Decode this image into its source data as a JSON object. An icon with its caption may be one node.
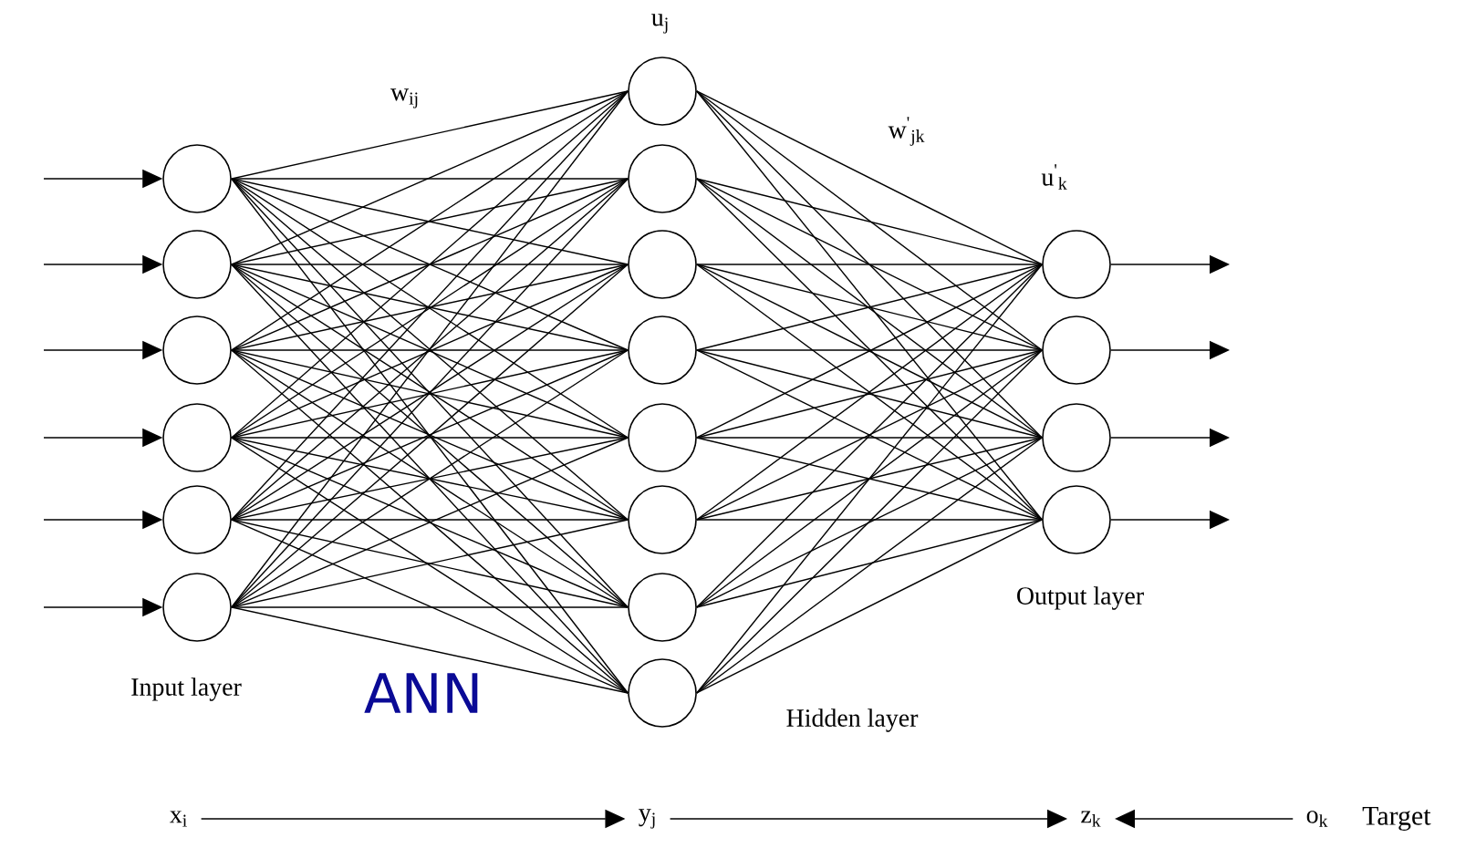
{
  "diagram": {
    "nodes": [
      {
        "text": [],
        "shape": "circle"
      },
      {
        "text": [],
        "shape": "circle"
      },
      {
        "text": [],
        "shape": "circle"
      },
      {
        "text": [],
        "shape": "circle"
      },
      {
        "text": [],
        "shape": "circle"
      },
      {
        "text": [],
        "shape": "circle"
      },
      {
        "text": [],
        "shape": "circle"
      },
      {
        "text": [],
        "shape": "circle"
      },
      {
        "text": [],
        "shape": "circle"
      },
      {
        "text": [],
        "shape": "circle"
      },
      {
        "text": [],
        "shape": "circle"
      },
      {
        "text": [],
        "shape": "circle"
      },
      {
        "text": [],
        "shape": "circle"
      },
      {
        "text": [],
        "shape": "circle"
      },
      {
        "text": [],
        "shape": "circle"
      },
      {
        "text": [],
        "shape": "circle"
      },
      {
        "text": [],
        "shape": "circle"
      },
      {
        "text": [],
        "shape": "circle"
      },
      {
        "text": [
          "x$_{i}$"
        ]
      },
      {
        "text": [
          "y$_{j}$"
        ]
      },
      {
        "text": [
          "z$_{k}$"
        ]
      },
      {
        "text": [
          "o$_{k}$"
        ],
        "beside": [
          "Target"
        ]
      }
    ],
    "edges": [
      {
        "from": null,
        "to": 0,
        "arrow": "to"
      },
      {
        "from": null,
        "to": 1,
        "arrow": "to"
      },
      {
        "from": null,
        "to": 2,
        "arrow": "to"
      },
      {
        "from": null,
        "to": 3,
        "arrow": "to"
      },
      {
        "from": null,
        "to": 4,
        "arrow": "to"
      },
      {
        "from": null,
        "to": 5,
        "arrow": "to"
      },
      {
        "from": 0,
        "to": 6,
        "arrow": "none"
      },
      {
        "from": 0,
        "to": 7,
        "arrow": "none"
      },
      {
        "from": 0,
        "to": 8,
        "arrow": "none"
      },
      {
        "from": 0,
        "to": 9,
        "arrow": "none"
      },
      {
        "from": 0,
        "to": 10,
        "arrow": "none"
      },
      {
        "from": 0,
        "to": 11,
        "arrow": "none"
      },
      {
        "from": 0,
        "to": 12,
        "arrow": "none"
      },
      {
        "from": 0,
        "to": 13,
        "arrow": "none"
      },
      {
        "from": 1,
        "to": 6,
        "arrow": "none"
      },
      {
        "from": 1,
        "to": 7,
        "arrow": "none"
      },
      {
        "from": 1,
        "to": 8,
        "arrow": "none"
      },
      {
        "from": 1,
        "to": 9,
        "arrow": "none"
      },
      {
        "from": 1,
        "to": 10,
        "arrow": "none"
      },
      {
        "from": 1,
        "to": 11,
        "arrow": "none"
      },
      {
        "from": 1,
        "to": 12,
        "arrow": "none"
      },
      {
        "from": 1,
        "to": 13,
        "arrow": "none"
      },
      {
        "from": 2,
        "to": 6,
        "arrow": "none"
      },
      {
        "from": 2,
        "to": 7,
        "arrow": "none"
      },
      {
        "from": 2,
        "to": 8,
        "arrow": "none"
      },
      {
        "from": 2,
        "to": 9,
        "arrow": "none"
      },
      {
        "from": 2,
        "to": 10,
        "arrow": "none"
      },
      {
        "from": 2,
        "to": 11,
        "arrow": "none"
      },
      {
        "from": 2,
        "to": 12,
        "arrow": "none"
      },
      {
        "from": 2,
        "to": 13,
        "arrow": "none"
      },
      {
        "from": 3,
        "to": 6,
        "arrow": "none"
      },
      {
        "from": 3,
        "to": 7,
        "arrow": "none"
      },
      {
        "from": 3,
        "to": 8,
        "arrow": "none"
      },
      {
        "from": 3,
        "to": 9,
        "arrow": "none"
      },
      {
        "from": 3,
        "to": 10,
        "arrow": "none"
      },
      {
        "from": 3,
        "to": 11,
        "arrow": "none"
      },
      {
        "from": 3,
        "to": 12,
        "arrow": "none"
      },
      {
        "from": 3,
        "to": 13,
        "arrow": "none"
      },
      {
        "from": 4,
        "to": 6,
        "arrow": "none"
      },
      {
        "from": 4,
        "to": 7,
        "arrow": "none"
      },
      {
        "from": 4,
        "to": 8,
        "arrow": "none"
      },
      {
        "from": 4,
        "to": 9,
        "arrow": "none"
      },
      {
        "from": 4,
        "to": 10,
        "arrow": "none"
      },
      {
        "from": 4,
        "to": 11,
        "arrow": "none"
      },
      {
        "from": 4,
        "to": 12,
        "arrow": "none"
      },
      {
        "from": 4,
        "to": 13,
        "arrow": "none"
      },
      {
        "from": 5,
        "to": 6,
        "arrow": "none"
      },
      {
        "from": 5,
        "to": 7,
        "arrow": "none"
      },
      {
        "from": 5,
        "to": 8,
        "arrow": "none"
      },
      {
        "from": 5,
        "to": 9,
        "arrow": "none"
      },
      {
        "from": 5,
        "to": 10,
        "arrow": "none"
      },
      {
        "from": 5,
        "to": 11,
        "arrow": "none"
      },
      {
        "from": 5,
        "to": 12,
        "arrow": "none"
      },
      {
        "from": 5,
        "to": 13,
        "arrow": "none"
      },
      {
        "from": 6,
        "to": 14,
        "arrow": "none"
      },
      {
        "from": 6,
        "to": 15,
        "arrow": "none"
      },
      {
        "from": 6,
        "to": 16,
        "arrow": "none"
      },
      {
        "from": 6,
        "to": 17,
        "arrow": "none"
      },
      {
        "from": 7,
        "to": 14,
        "arrow": "none"
      },
      {
        "from": 7,
        "to": 15,
        "arrow": "none"
      },
      {
        "from": 7,
        "to": 16,
        "arrow": "none"
      },
      {
        "from": 7,
        "to": 17,
        "arrow": "none"
      },
      {
        "from": 8,
        "to": 14,
        "arrow": "none"
      },
      {
        "from": 8,
        "to": 15,
        "arrow": "none"
      },
      {
        "from": 8,
        "to": 16,
        "arrow": "none"
      },
      {
        "from": 8,
        "to": 17,
        "arrow": "none"
      },
      {
        "from": 9,
        "to": 14,
        "arrow": "none"
      },
      {
        "from": 9,
        "to": 15,
        "arrow": "none"
      },
      {
        "from": 9,
        "to": 16,
        "arrow": "none"
      },
      {
        "from": 9,
        "to": 17,
        "arrow": "none"
      },
      {
        "from": 10,
        "to": 14,
        "arrow": "none"
      },
      {
        "from": 10,
        "to": 15,
        "arrow": "none"
      },
      {
        "from": 10,
        "to": 16,
        "arrow": "none"
      },
      {
        "from": 10,
        "to": 17,
        "arrow": "none"
      },
      {
        "from": 11,
        "to": 14,
        "arrow": "none"
      },
      {
        "from": 11,
        "to": 15,
        "arrow": "none"
      },
      {
        "from": 11,
        "to": 16,
        "arrow": "none"
      },
      {
        "from": 11,
        "to": 17,
        "arrow": "none"
      },
      {
        "from": 12,
        "to": 14,
        "arrow": "none"
      },
      {
        "from": 12,
        "to": 15,
        "arrow": "none"
      },
      {
        "from": 12,
        "to": 16,
        "arrow": "none"
      },
      {
        "from": 12,
        "to": 17,
        "arrow": "none"
      },
      {
        "from": 13,
        "to": 14,
        "arrow": "none"
      },
      {
        "from": 13,
        "to": 15,
        "arrow": "none"
      },
      {
        "from": 13,
        "to": 16,
        "arrow": "none"
      },
      {
        "from": 13,
        "to": 17,
        "arrow": "none"
      },
      {
        "from": 14,
        "to": null,
        "arrow": "to"
      },
      {
        "from": 15,
        "to": null,
        "arrow": "to"
      },
      {
        "from": 16,
        "to": null,
        "arrow": "to"
      },
      {
        "from": 17,
        "to": null,
        "arrow": "to"
      },
      {
        "from": 18,
        "to": 19,
        "arrow": "to"
      },
      {
        "from": 19,
        "to": 20,
        "arrow": "to"
      },
      {
        "from": 21,
        "to": 20,
        "arrow": "to"
      }
    ],
    "labels": [
      "u$_{j}$",
      "w$_{ij}$",
      "w$^{'}$$_{jk}$",
      "u$^{'}$$_{k}$",
      "Output layer",
      "ANN",
      "Input layer",
      "Hidden layer"
    ]
  }
}
